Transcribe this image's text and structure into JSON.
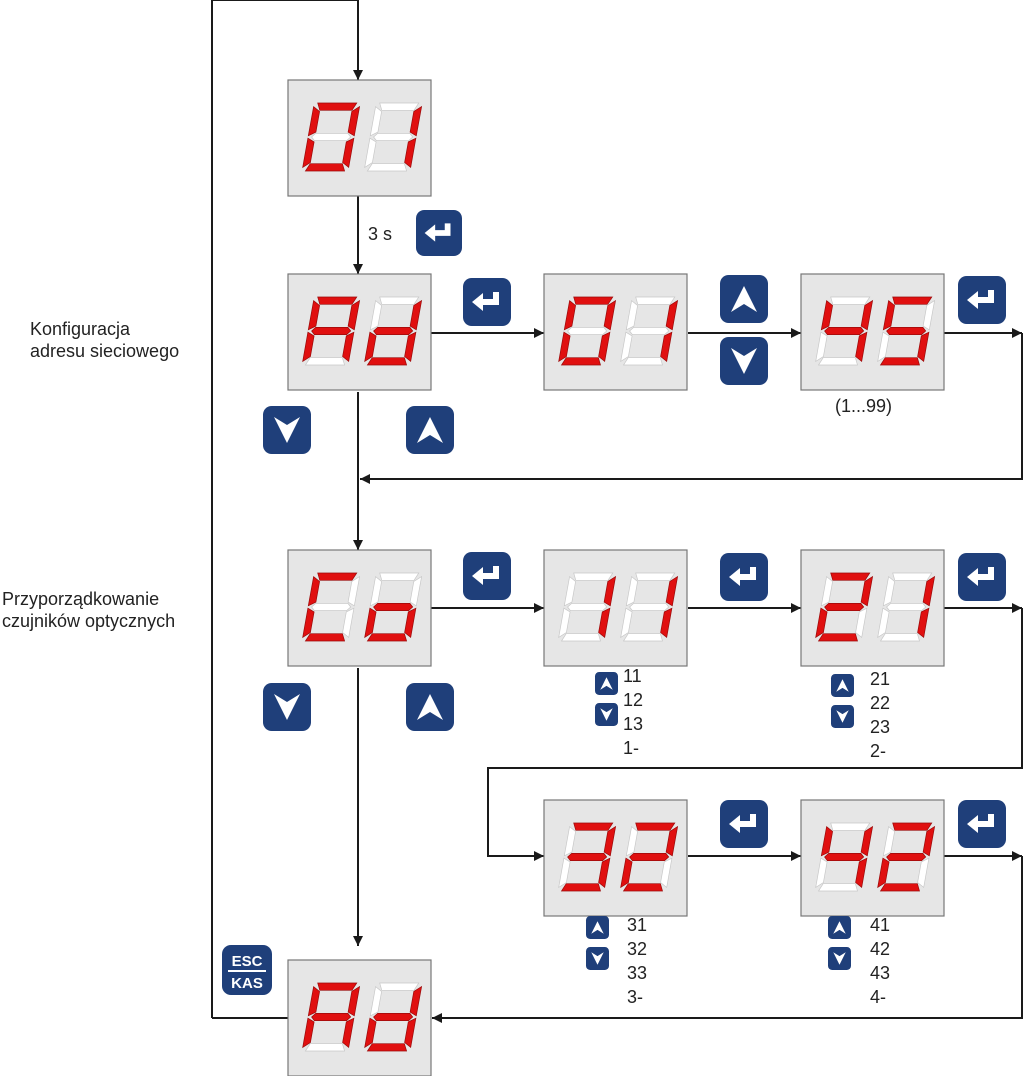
{
  "labels": {
    "address_config": [
      "Konfiguracja",
      "adresu sieciowego"
    ],
    "sensor_assign": [
      "Przyporządkowanie",
      "czujników optycznych"
    ],
    "hold_time": "3 s",
    "address_range": "(1...99)",
    "esc_top": "ESC",
    "esc_bottom": "KAS"
  },
  "displays": {
    "start": "01",
    "address_menu": "Ad",
    "address_edit": "01",
    "address_value": "45",
    "sensor_menu": "Co",
    "sensor_1": "11",
    "sensor_2": "21",
    "sensor_3": "32",
    "sensor_4": "42",
    "exit": "Ad"
  },
  "options": {
    "sensor_1": [
      "11",
      "12",
      "13",
      "1-"
    ],
    "sensor_2": [
      "21",
      "22",
      "23",
      "2-"
    ],
    "sensor_3": [
      "31",
      "32",
      "33",
      "3-"
    ],
    "sensor_4": [
      "41",
      "42",
      "43",
      "4-"
    ]
  },
  "colors": {
    "segment_on": "#e01010",
    "segment_off": "#ffffff",
    "panel": "#e6e6e6",
    "button": "#1f3f7a",
    "line": "#1a1a1a"
  }
}
